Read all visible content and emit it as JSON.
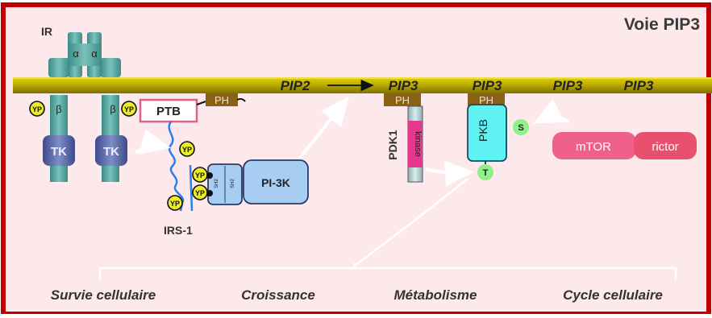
{
  "title": "Voie PIP3",
  "receptor": {
    "name": "IR",
    "alpha_left": "α",
    "alpha_right": "α",
    "beta_left": "β",
    "beta_right": "β",
    "tk_left": "TK",
    "tk_right": "TK"
  },
  "yp": "YP",
  "ptb": "PTB",
  "ph": "PH",
  "membrane": {
    "pip2": "PIP2",
    "pip3": [
      "PIP3",
      "PIP3",
      "PIP3",
      "PIP3"
    ]
  },
  "sh2": "SH2",
  "pi3k": "PI-3K",
  "irs1": "IRS-1",
  "pdk1": "PDK1",
  "kinase": "kinase",
  "pkb": "PKB",
  "site_s": "S",
  "site_t": "T",
  "mtor": "mTOR",
  "rictor": "rictor",
  "outcomes": [
    "Survie cellulaire",
    "Croissance",
    "Métabolisme",
    "Cycle cellulaire"
  ],
  "colors": {
    "frame": "#c00000",
    "background": "#fde8ec",
    "membrane": "#c8b400",
    "receptor": "#5aa9a3",
    "tk": "#5a6aa6",
    "ph": "#8a6216",
    "yp": "#ecec2a",
    "pi3k": "#a8cdf2",
    "pkb": "#5ef2f2",
    "kinase": "#e5398f",
    "site": "#8ff08c",
    "mtor": "#f0608c",
    "rictor": "#e9506e",
    "irs": "#2a7ff0"
  }
}
